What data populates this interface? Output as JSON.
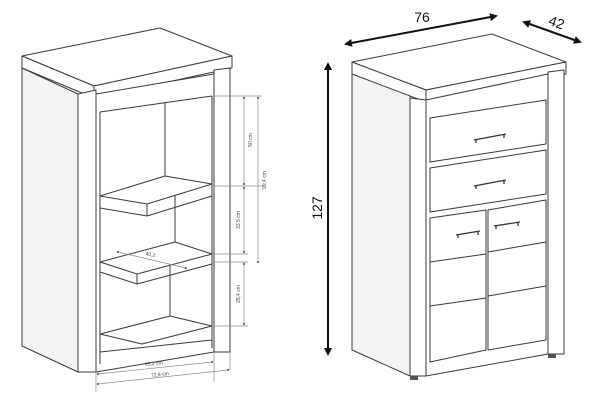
{
  "left_cabinet": {
    "dimensions": {
      "d_50": "50 cm",
      "d_99_4": "99,4 cm",
      "d_33_5": "33,5 cm",
      "d_40_3": "40,3",
      "d_25_4": "25,4 cm",
      "d_65_2": "65,2 cm",
      "d_72_9": "72,9 cm"
    }
  },
  "right_cabinet": {
    "dimensions": {
      "width": "76",
      "depth": "42",
      "height": "127"
    }
  },
  "colors": {
    "outline": "#3a3a3a",
    "arrow": "#111111",
    "dimension_line": "#8a8a8a"
  }
}
